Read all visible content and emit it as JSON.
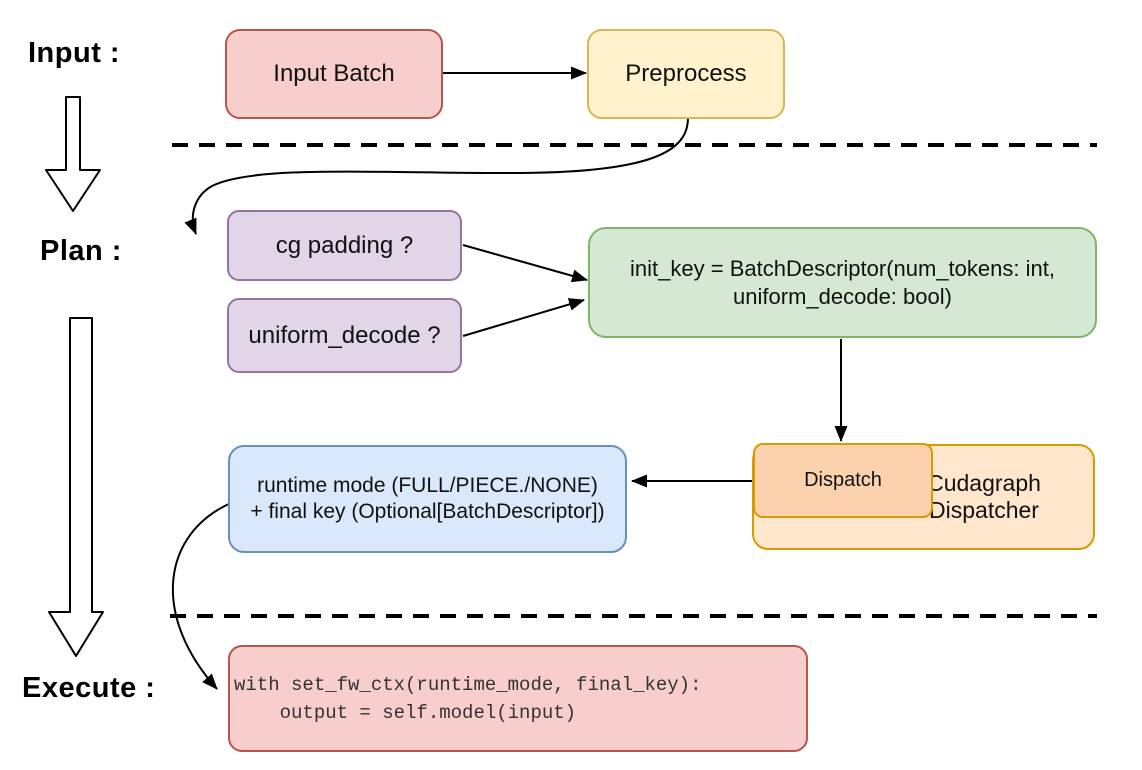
{
  "diagram": {
    "sections": {
      "input_label": "Input :",
      "plan_label": "Plan :",
      "execute_label": "Execute :"
    },
    "nodes": {
      "input_batch": {
        "label": "Input Batch",
        "fill": "#f8cecc",
        "border": "#b85450"
      },
      "preprocess": {
        "label": "Preprocess",
        "fill": "#fff2cc",
        "border": "#d6b656"
      },
      "cg_padding": {
        "label": "cg padding ?",
        "fill": "#e1d5e7",
        "border": "#9673a6"
      },
      "uniform_decode": {
        "label": "uniform_decode ?",
        "fill": "#e1d5e7",
        "border": "#9673a6"
      },
      "init_key": {
        "line1": "init_key = BatchDescriptor(num_tokens: int,",
        "line2": "uniform_decode: bool)",
        "fill": "#d5e8d4",
        "border": "#82b366"
      },
      "dispatch": {
        "label": "Dispatch",
        "fill": "#fbd2ad",
        "border": "#d79b00"
      },
      "cudagraph_dispatcher": {
        "line1": "Cudagraph",
        "line2": "Dispatcher",
        "fill": "#ffe6cc",
        "border": "#d79b00"
      },
      "runtime_mode": {
        "line1": "runtime mode (FULL/PIECE./NONE)",
        "line2": "+ final key (Optional[BatchDescriptor])",
        "fill": "#dae8fc",
        "border": "#6c8ebf"
      },
      "execute_code": {
        "line1": "with set_fw_ctx(runtime_mode, final_key):",
        "line2": "    output = self.model(input)",
        "fill": "#f8cecc",
        "border": "#b85450",
        "text_color": "#333333"
      }
    },
    "edge_color": "#000000",
    "background": "#ffffff"
  }
}
